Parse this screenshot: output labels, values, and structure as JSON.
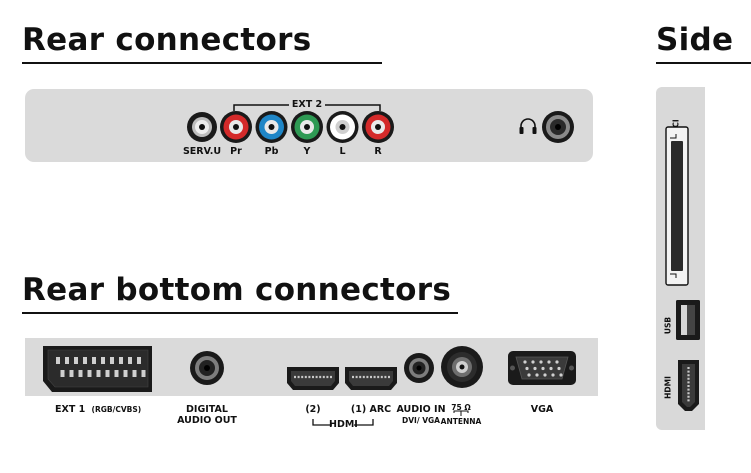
{
  "headings": {
    "rear": "Rear connectors",
    "side": "Side",
    "rear_bottom": "Rear bottom connectors"
  },
  "rear_connectors": {
    "ext2_group_label": "EXT 2",
    "servu_label": "SERV.U",
    "components": [
      {
        "label": "Pr",
        "color": "#d42a2a"
      },
      {
        "label": "Pb",
        "color": "#1f86c7"
      },
      {
        "label": "Y",
        "color": "#2e9a54"
      },
      {
        "label": "L",
        "color": "#ffffff"
      },
      {
        "label": "R",
        "color": "#d42a2a"
      }
    ],
    "headphone_icon": "headphone-icon"
  },
  "rear_bottom_connectors": {
    "ext1_label": "EXT 1",
    "ext1_sub": "(RGB/CVBS)",
    "digital_audio_line1": "DIGITAL",
    "digital_audio_line2": "AUDIO OUT",
    "hdmi2_label": "(2)",
    "hdmi1_label": "(1) ARC",
    "hdmi_group_label": "HDMI",
    "audio_in_line1": "AUDIO IN",
    "audio_in_line2": "DVI/ VGA",
    "antenna_ohm": "75 Ω",
    "antenna_label": "ANTENNA",
    "vga_label": "VGA"
  },
  "side_connectors": {
    "ci_label": "CI",
    "usb_label": "USB",
    "hdmi_label": "HDMI"
  }
}
